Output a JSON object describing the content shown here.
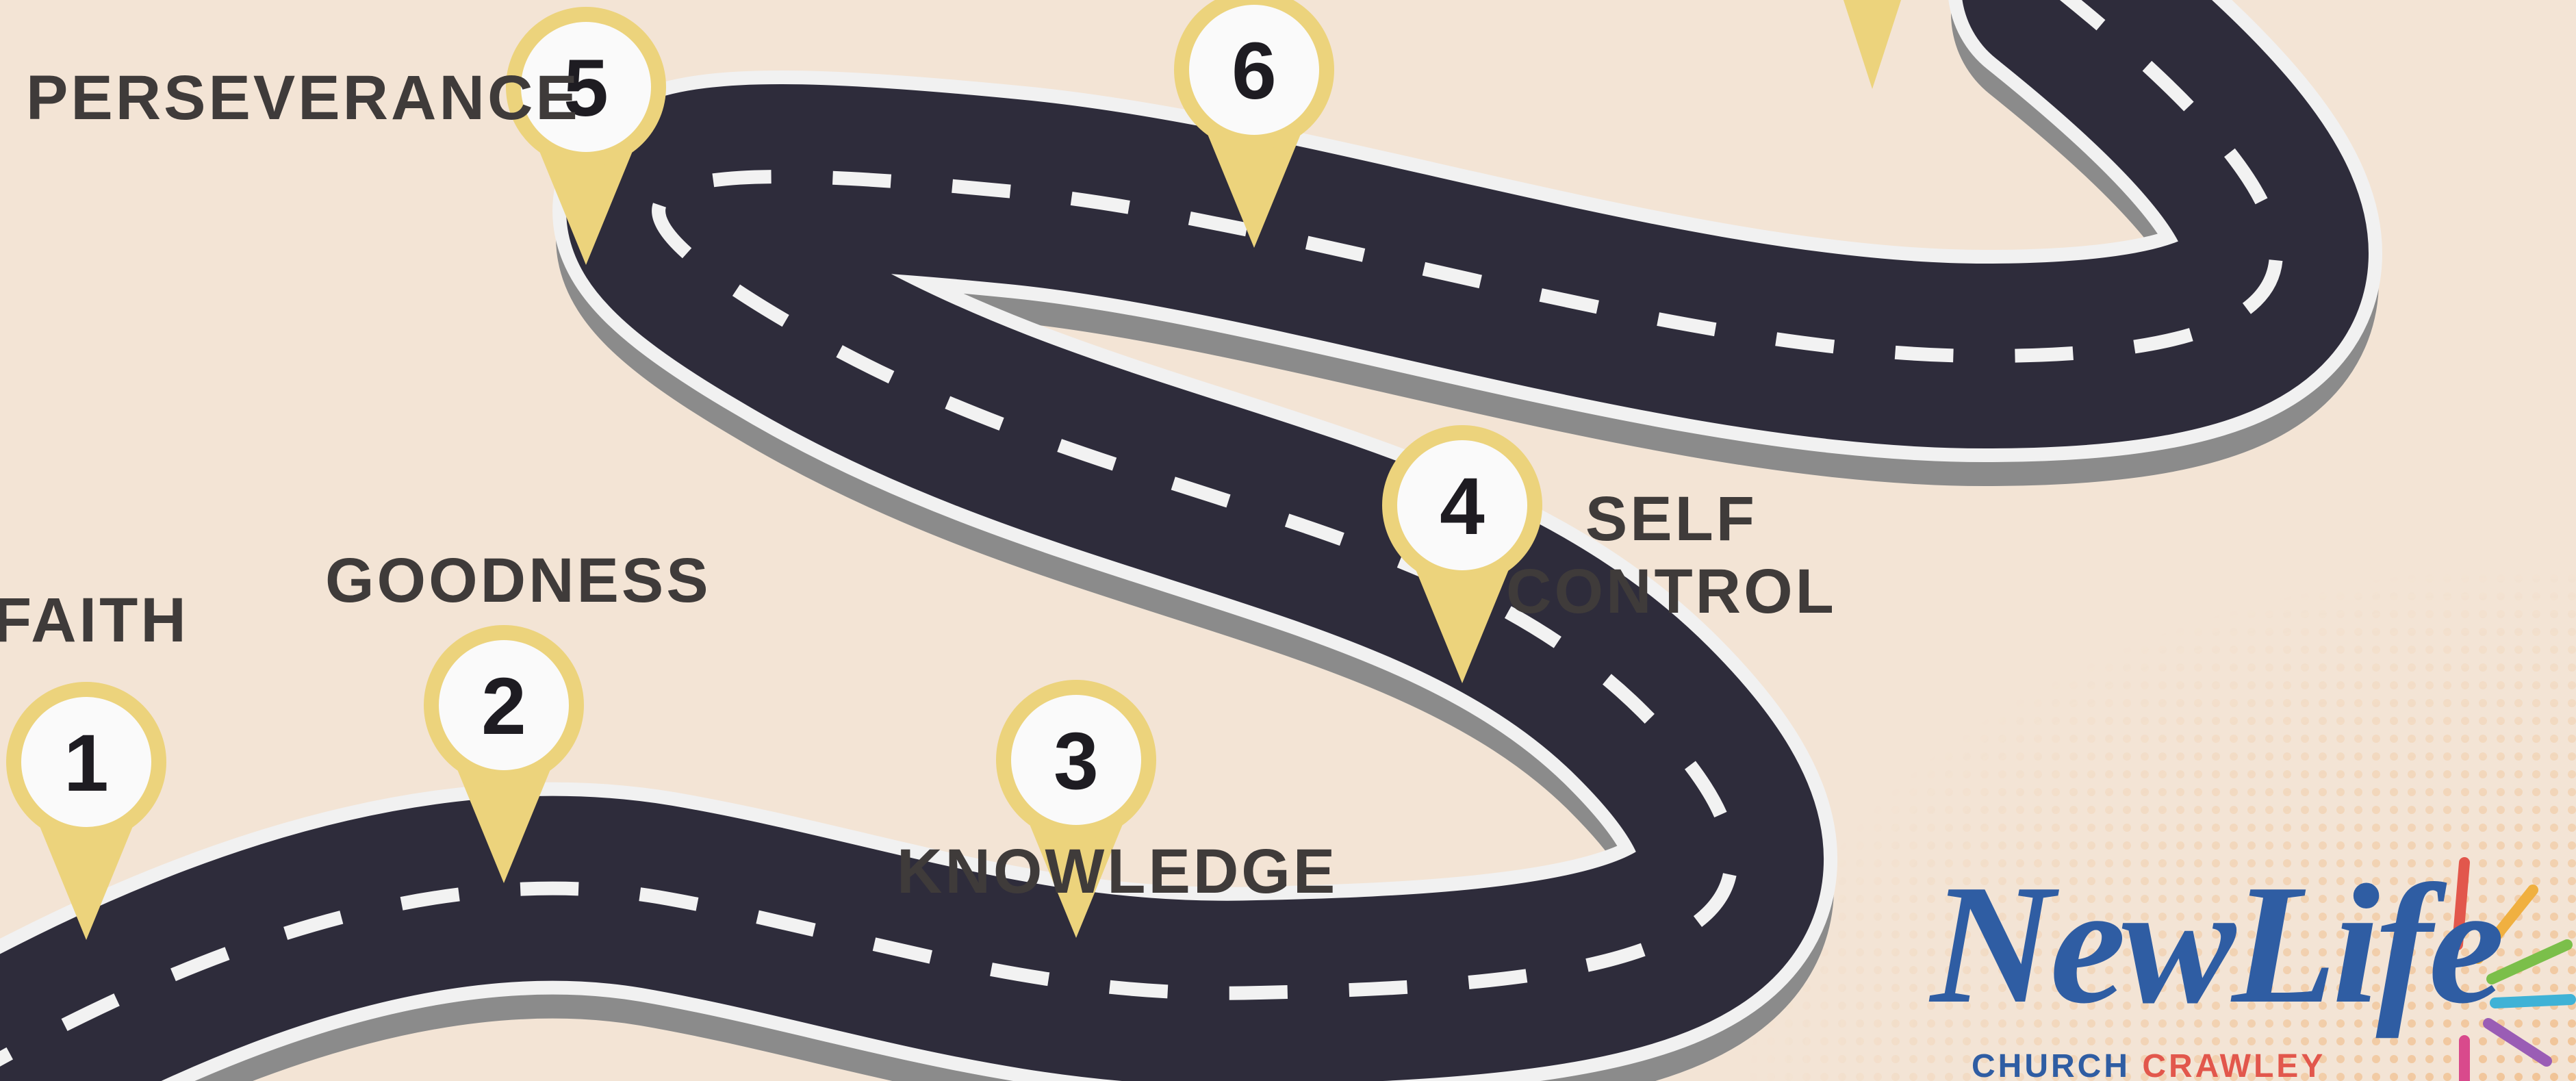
{
  "colors": {
    "background": "#f3e4d5",
    "road": "#2e2c3b",
    "road_edge_light": "#f1f1f1",
    "road_edge_shadow": "#8b8b8b",
    "lane_marking": "#f2f2f2",
    "pin_yellow": "#ecd37c",
    "pin_face": "#fafafa",
    "label_text": "#3f3b3a",
    "logo_blue": "#2f5da3",
    "logo_red": "#e2574c",
    "dot_orange": "#f0b57a"
  },
  "milestones": [
    {
      "number": "1",
      "label": "FAITH"
    },
    {
      "number": "2",
      "label": "GOODNESS"
    },
    {
      "number": "3",
      "label": "KNOWLEDGE"
    },
    {
      "number": "4",
      "label": "SELF CONTROL",
      "label_lines": [
        "SELF",
        "CONTROL"
      ]
    },
    {
      "number": "5",
      "label": "PERSEVERANCE"
    },
    {
      "number": "6",
      "label": ""
    }
  ],
  "logo": {
    "wordmark": "NewLife",
    "subtitle_part1": "CHURCH",
    "subtitle_part2": "CRAWLEY"
  }
}
